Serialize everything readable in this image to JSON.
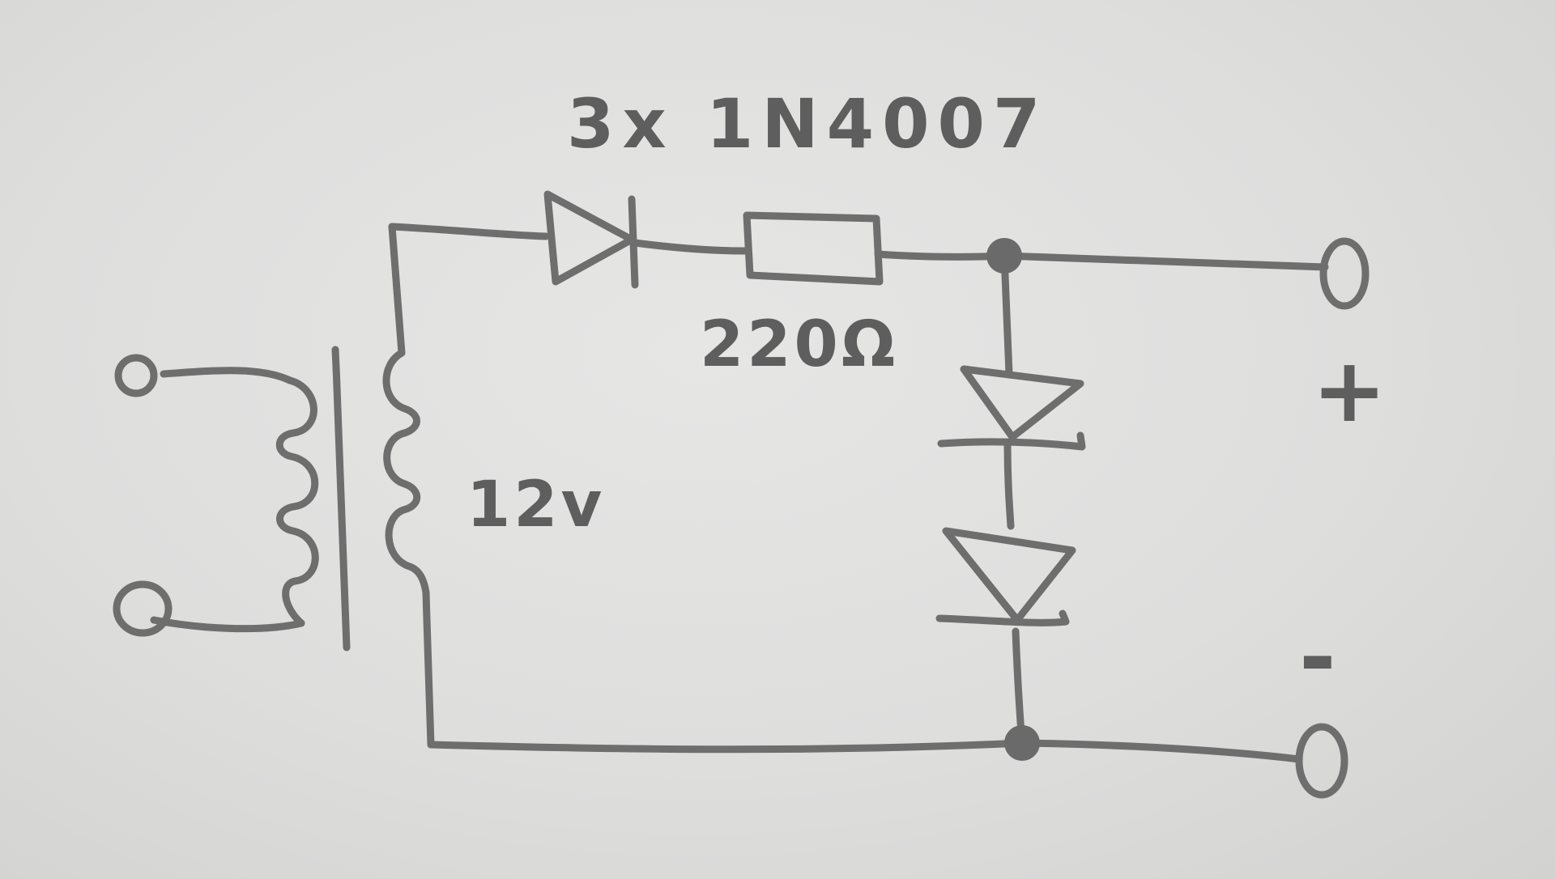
{
  "labels": {
    "diode_type": "3x 1N4007",
    "resistor_value": "220Ω",
    "transformer_voltage": "12v",
    "output_positive": "+",
    "output_negative": "-"
  },
  "colors": {
    "paper": "#dedede",
    "pencil": "#6e6e6e"
  }
}
